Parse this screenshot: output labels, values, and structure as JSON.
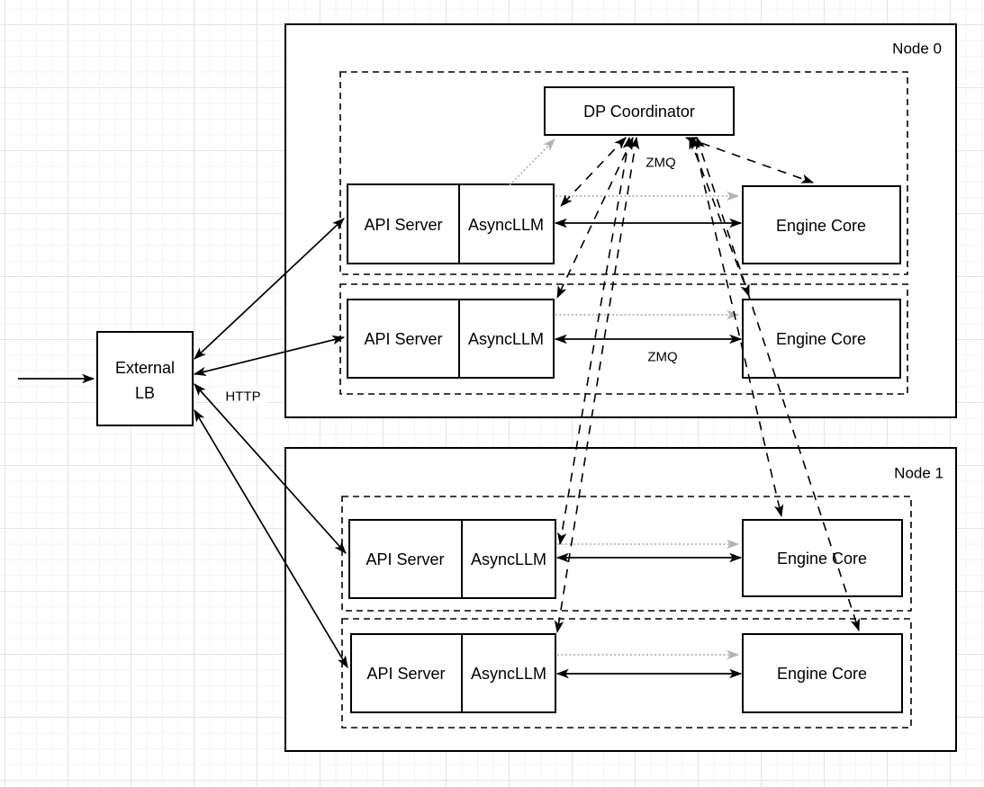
{
  "external_lb": {
    "line1": "External",
    "line2": "LB"
  },
  "dp_coordinator": {
    "label": "DP Coordinator"
  },
  "node0": {
    "label": "Node 0"
  },
  "node1": {
    "label": "Node 1"
  },
  "rows": [
    {
      "api_server": "API Server",
      "async_llm": "AsyncLLM",
      "engine_core": "Engine Core"
    },
    {
      "api_server": "API Server",
      "async_llm": "AsyncLLM",
      "engine_core": "Engine Core"
    },
    {
      "api_server": "API Server",
      "async_llm": "AsyncLLM",
      "engine_core": "Engine Core"
    },
    {
      "api_server": "API Server",
      "async_llm": "AsyncLLM",
      "engine_core": "Engine Core"
    }
  ],
  "edge_labels": {
    "http": "HTTP",
    "zmq_coordinator": "ZMQ",
    "zmq_engine": "ZMQ"
  },
  "colors": {
    "stroke": "#000000",
    "fill": "#ffffff",
    "dotted_gray": "#b3b3b3",
    "grid_minor": "#f4f4f4",
    "grid_major": "#e4e4e4"
  }
}
